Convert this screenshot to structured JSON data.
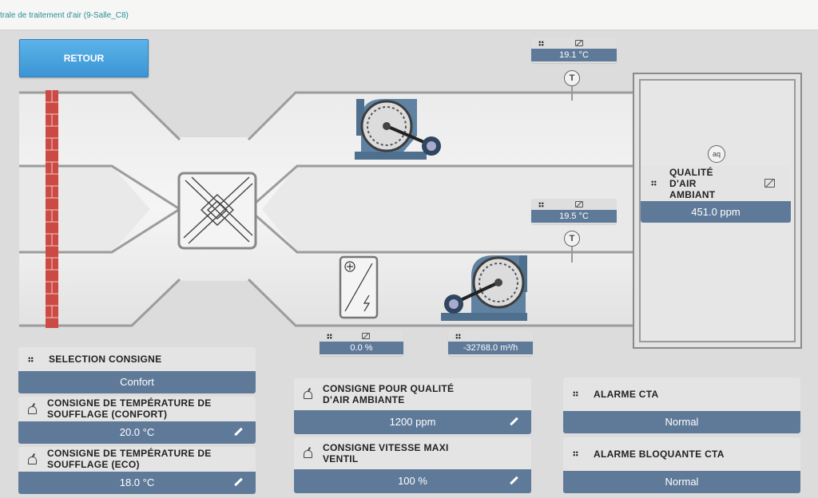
{
  "header": {
    "breadcrumb": "trale de traitement d'air (9-Salle_C8)"
  },
  "retour_button": {
    "label": "RETOUR"
  },
  "sensors": {
    "supply_temp": {
      "value": "19.1 °C"
    },
    "extract_temp": {
      "value": "19.5 °C"
    },
    "heater_output": {
      "value": "0.0 %"
    },
    "airflow": {
      "value": "-32768.0 m³/h"
    }
  },
  "probes": {
    "temperature_symbol": "T",
    "air_quality_symbol": "aq"
  },
  "air_quality": {
    "label": "QUALITÉ D'AIR AMBIANT",
    "value": "451.0 ppm"
  },
  "panels": {
    "selection_consigne": {
      "label": "SELECTION CONSIGNE",
      "value": "Confort"
    },
    "consigne_confort": {
      "label": "CONSIGNE DE TEMPÉRATURE DE SOUFFLAGE (CONFORT)",
      "value": "20.0 °C"
    },
    "consigne_eco": {
      "label": "CONSIGNE DE TEMPÉRATURE DE SOUFFLAGE (ECO)",
      "value": "18.0 °C"
    },
    "consigne_qualite": {
      "label": "CONSIGNE POUR QUALITÉ D'AIR AMBIANTE",
      "value": "1200 ppm"
    },
    "consigne_vitesse": {
      "label": "CONSIGNE VITESSE MAXI VENTIL",
      "value": "100 %"
    },
    "alarme_cta": {
      "label": "ALARME CTA",
      "value": "Normal"
    },
    "alarme_bloquante": {
      "label": "ALARME BLOQUANTE CTA",
      "value": "Normal"
    }
  },
  "colors": {
    "accent_blue": "#4aa6e2",
    "value_bar": "#5f7a99",
    "filter_red": "#cc4a44"
  },
  "icons": [
    "grid-dots-icon",
    "chart-icon",
    "bell-icon",
    "pencil-icon",
    "fan-icon",
    "heat-exchanger-icon",
    "heater-battery-icon"
  ]
}
